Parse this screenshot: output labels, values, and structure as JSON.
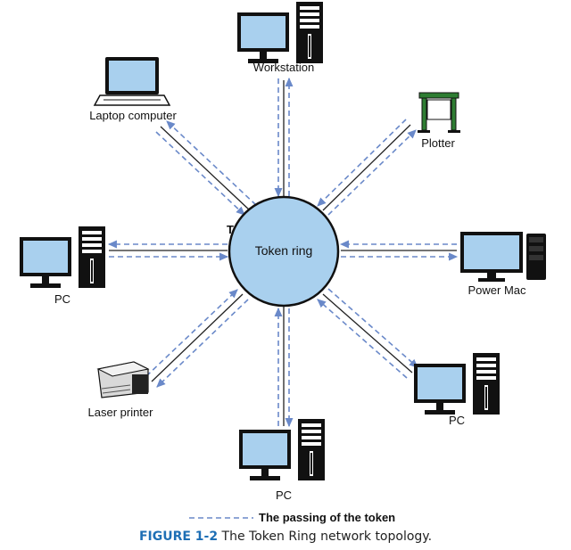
{
  "ring": {
    "label": "Token ring",
    "token_marker": "T"
  },
  "nodes": {
    "workstation": {
      "label": "Workstation",
      "icon": "desktop-tower-icon"
    },
    "laptop": {
      "label": "Laptop computer",
      "icon": "laptop-icon"
    },
    "plotter": {
      "label": "Plotter",
      "icon": "plotter-icon"
    },
    "pc_left": {
      "label": "PC",
      "icon": "desktop-tower-icon"
    },
    "power_mac": {
      "label": "Power Mac",
      "icon": "mac-tower-icon"
    },
    "laser_printer": {
      "label": "Laser printer",
      "icon": "laser-printer-icon"
    },
    "pc_bottom": {
      "label": "PC",
      "icon": "desktop-tower-icon"
    },
    "pc_right": {
      "label": "PC",
      "icon": "desktop-tower-icon"
    }
  },
  "legend": {
    "label": "The passing of the token",
    "line_style": "dashed",
    "color": "#6a89c9"
  },
  "caption": {
    "figure": "FIGURE 1-2",
    "text": " The Token Ring network topology."
  },
  "colors": {
    "ring_fill": "#a9d0ee",
    "screen_fill": "#a9d0ee",
    "arrow": "#6a89c9",
    "cable": "#222222",
    "figure_label": "#1e6fb5"
  }
}
